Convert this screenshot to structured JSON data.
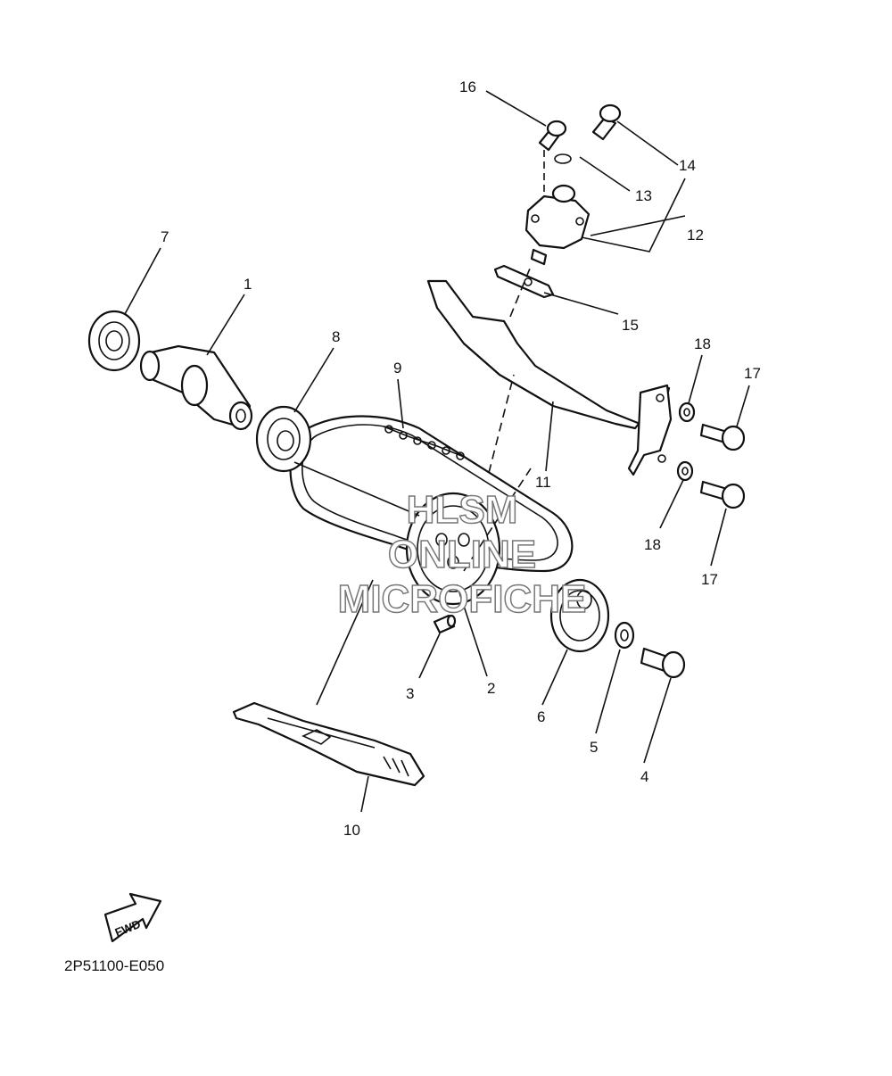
{
  "callouts": [
    "1",
    "2",
    "3",
    "4",
    "5",
    "6",
    "7",
    "8",
    "9",
    "10",
    "11",
    "12",
    "13",
    "14",
    "15",
    "16",
    "17",
    "17",
    "18",
    "18"
  ],
  "watermark": {
    "line1": "HLSM",
    "line2": "ONLINE",
    "line3": "MICROFICHE"
  },
  "fwd_label": "FWD",
  "diagram_code": "2P51100-E050"
}
